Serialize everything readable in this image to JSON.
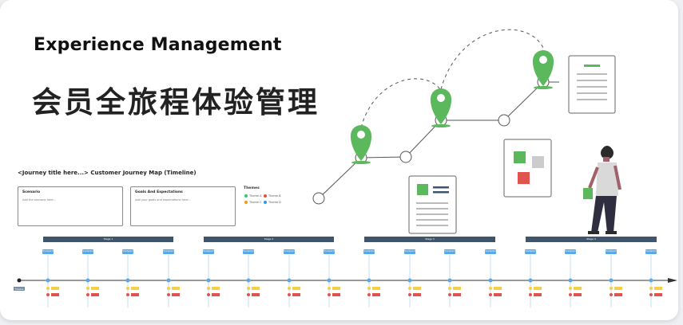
{
  "header": {
    "title_en": "Experience Management",
    "title_zh": "会员全旅程体验管理"
  },
  "journey": {
    "title": "<Journey title here...> Customer Journey Map (Timeline)",
    "boxes": [
      {
        "title": "Scenario",
        "text": "Add the scenario here..."
      },
      {
        "title": "Goals And Expectations",
        "text": "Add your goals and expectations here..."
      }
    ],
    "themes_title": "Themes",
    "themes": [
      {
        "label": "Theme A",
        "color": "#2ecc71"
      },
      {
        "label": "Theme B",
        "color": "#e74c3c"
      },
      {
        "label": "Theme C",
        "color": "#f39c12"
      },
      {
        "label": "Theme D",
        "color": "#3498db"
      }
    ],
    "stages": [
      "Stage 1",
      "Stage 2",
      "Stage 3",
      "Stage 4"
    ],
    "step_label": "Touchpoint",
    "timeline_label": "Timeline"
  },
  "colors": {
    "pin": "#5cb85c",
    "stage_bar": "#3d566e",
    "step": "#5aa9e6",
    "note_yellow": "#f5cf47",
    "note_red": "#e0544f",
    "doc_accent": "#5cb85c"
  }
}
